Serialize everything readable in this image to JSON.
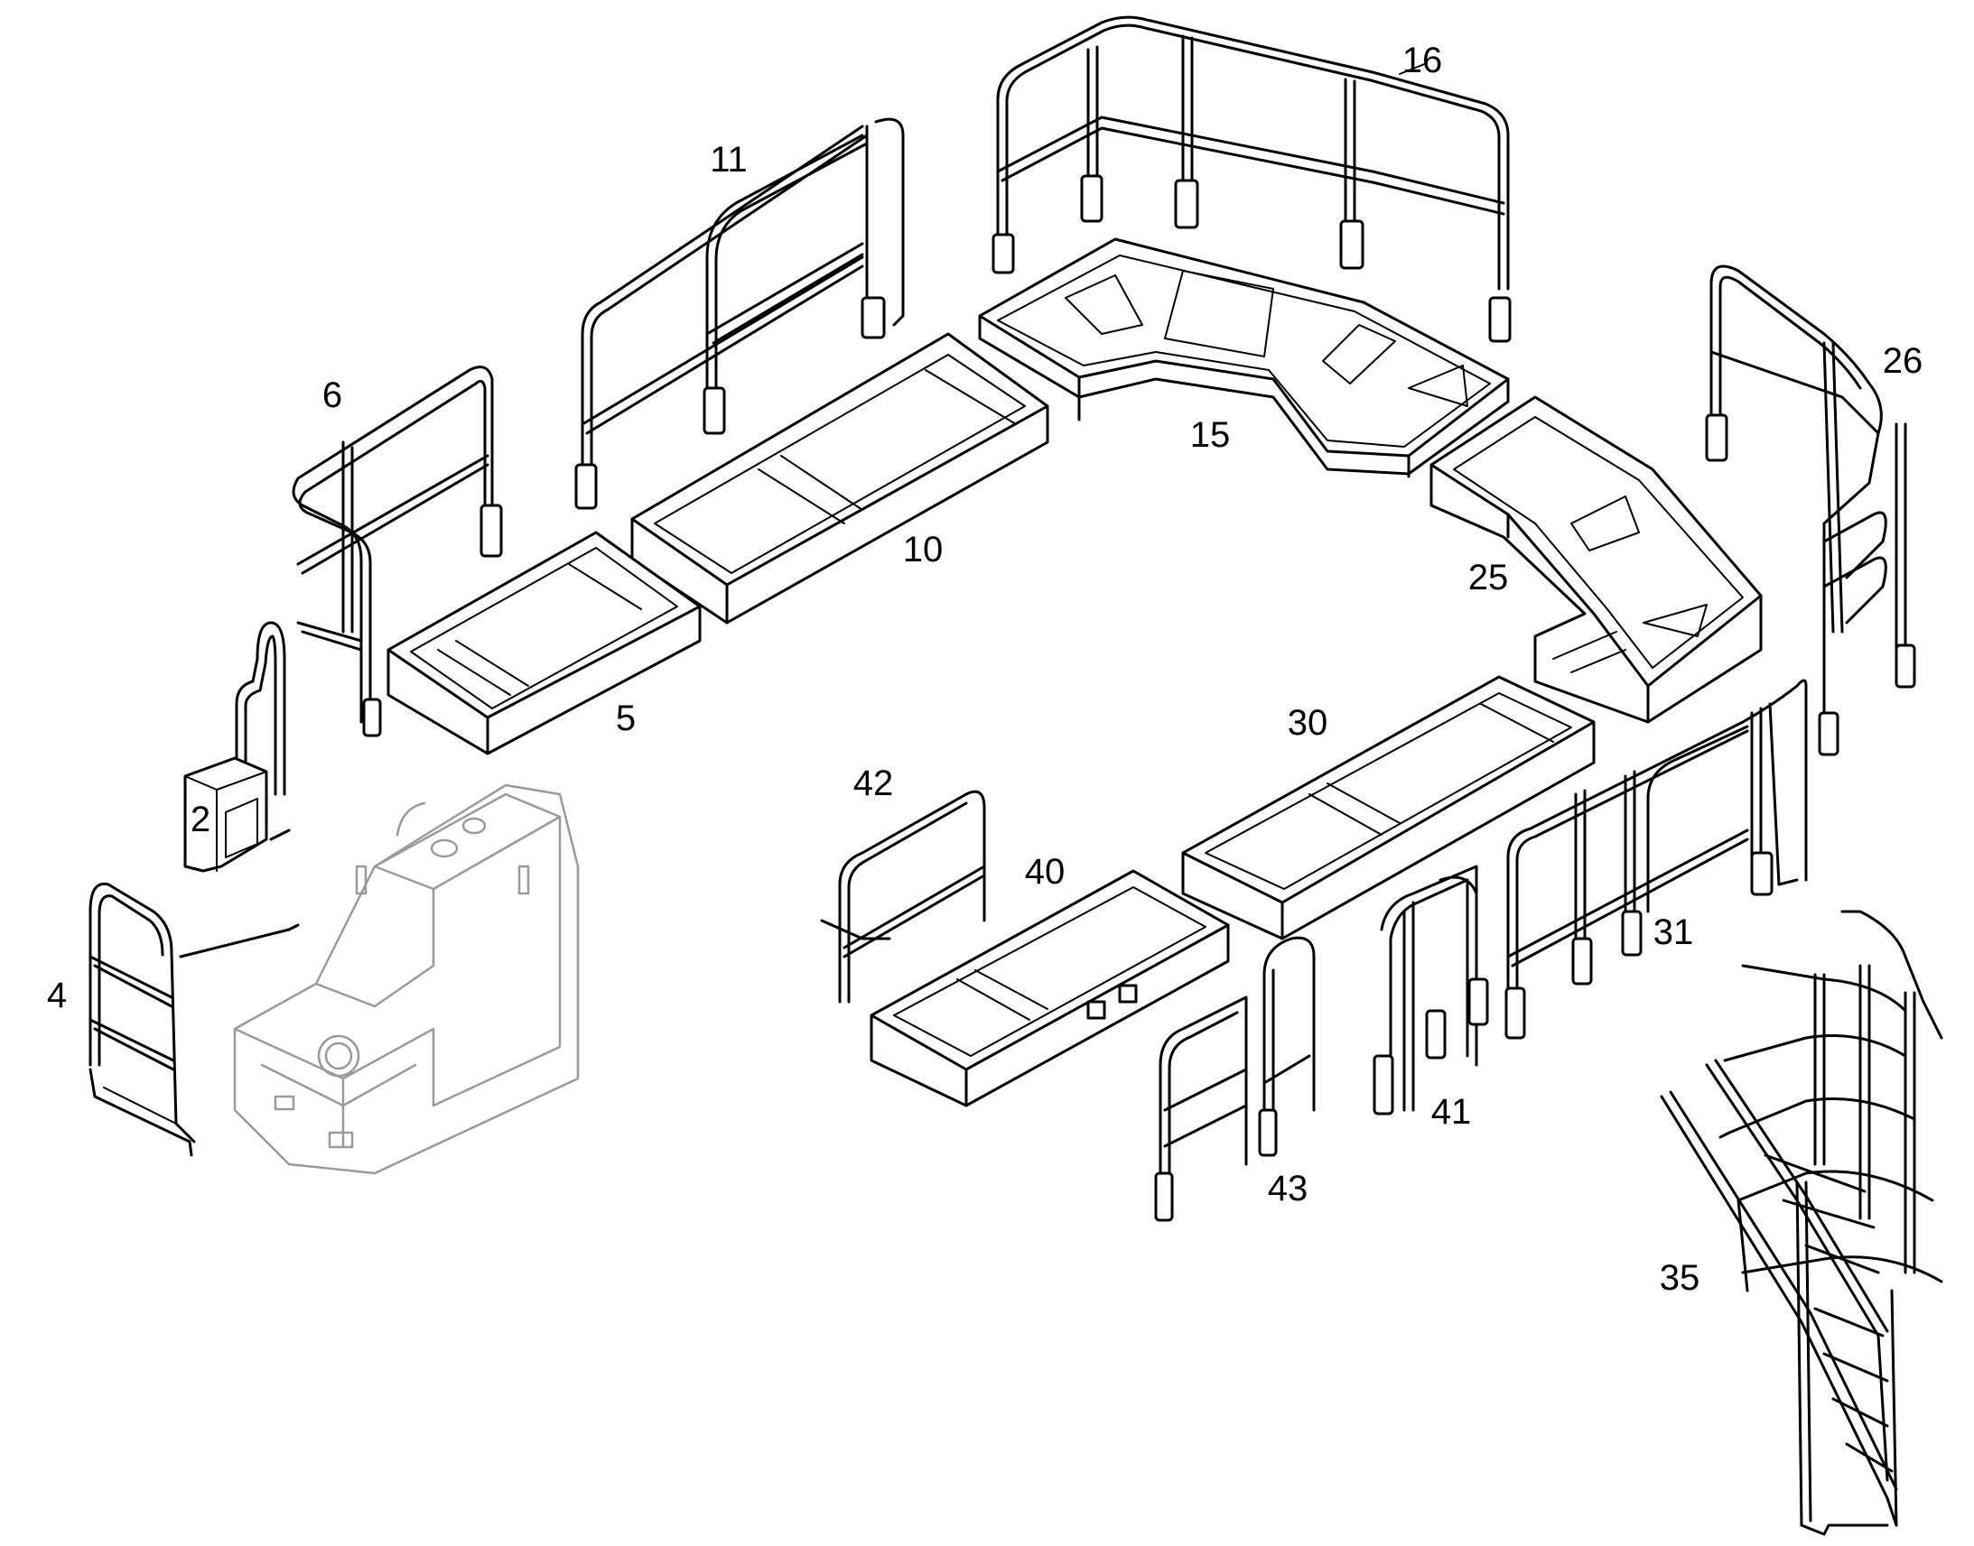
{
  "callouts": {
    "c2": "2",
    "c4": "4",
    "c5": "5",
    "c6": "6",
    "c10": "10",
    "c11": "11",
    "c15": "15",
    "c16": "16",
    "c25": "25",
    "c26": "26",
    "c30": "30",
    "c31": "31",
    "c35": "35",
    "c40": "40",
    "c41": "41",
    "c42": "42",
    "c43": "43"
  }
}
